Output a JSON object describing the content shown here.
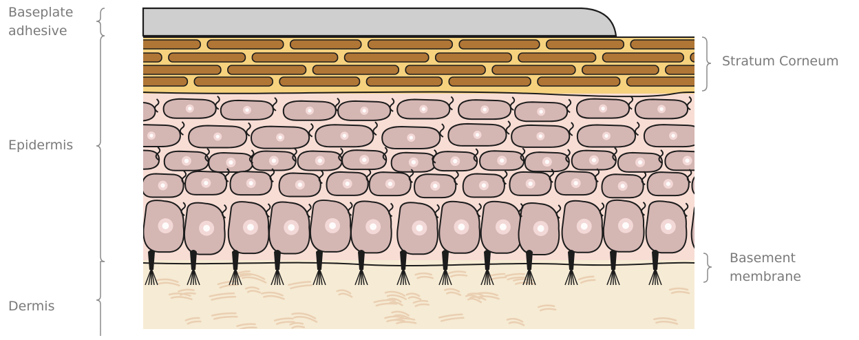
{
  "labels": {
    "baseplate": {
      "line1": "Baseplate",
      "line2": "adhesive"
    },
    "epidermis": "Epidermis",
    "dermis": "Dermis",
    "stratum_corneum": "Stratum Corneum",
    "basement": {
      "line1": "Basement",
      "line2": "membrane"
    }
  },
  "colors": {
    "adhesive": "#cfcfcf",
    "stratum_bg": "#f6d27f",
    "stratum_cells": "#b07636",
    "epidermis_bg": "#f8ddd5",
    "cells": "#d4b6b3",
    "nucleus": "#f2d8d6",
    "dermis_bg": "#f6ebd4",
    "dermis_fibers": "#eacfb2",
    "outline": "#1c1c1c",
    "label_text": "#7a7a7a",
    "bracket": "#8a8a8a"
  }
}
